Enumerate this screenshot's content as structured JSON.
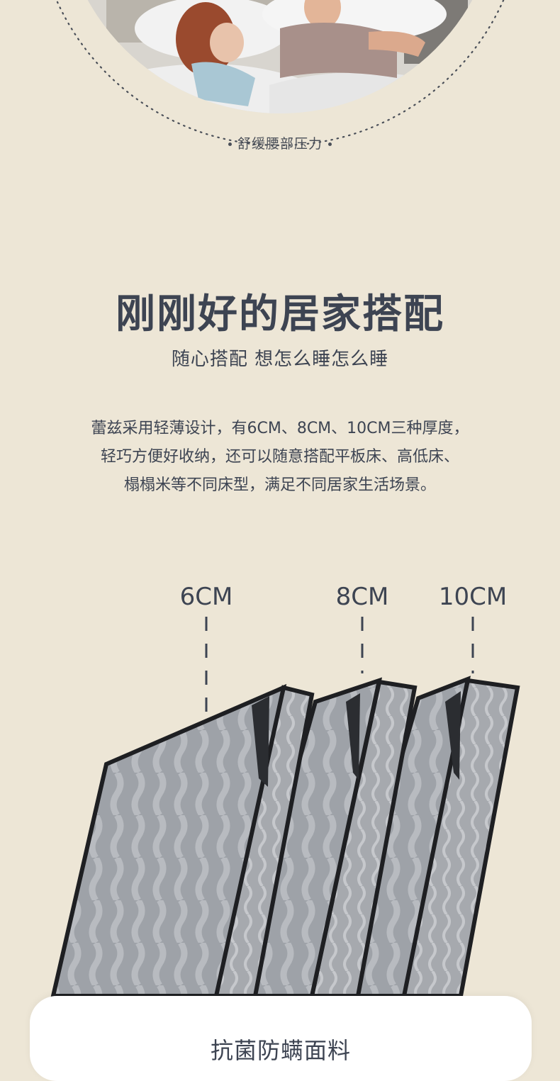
{
  "hero": {
    "caption": "舒缓腰部压力"
  },
  "section": {
    "title": "刚刚好的居家搭配",
    "subtitle": "随心搭配 想怎么睡怎么睡",
    "description": [
      "蕾兹采用轻薄设计，有6CM、8CM、10CM三种厚度，",
      "轻巧方便好收纳，还可以随意搭配平板床、高低床、",
      "榻榻米等不同床型，满足不同居家生活场景。"
    ]
  },
  "thickness": {
    "labels": [
      "6CM",
      "8CM",
      "10CM"
    ]
  },
  "next_card": {
    "title": "抗菌防螨面料"
  }
}
